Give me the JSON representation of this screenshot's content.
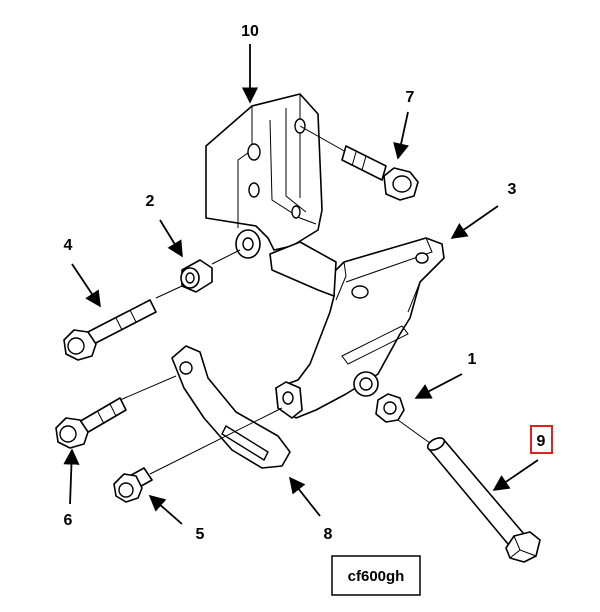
{
  "diagram": {
    "reference_code": "cf600gh",
    "callouts": {
      "c1": "1",
      "c2": "2",
      "c3": "3",
      "c4": "4",
      "c5": "5",
      "c6": "6",
      "c7": "7",
      "c8": "8",
      "c9": "9",
      "c10": "10"
    },
    "highlighted_callout": "9",
    "highlight_color": "#e0201c",
    "ink_color": "#000000"
  }
}
